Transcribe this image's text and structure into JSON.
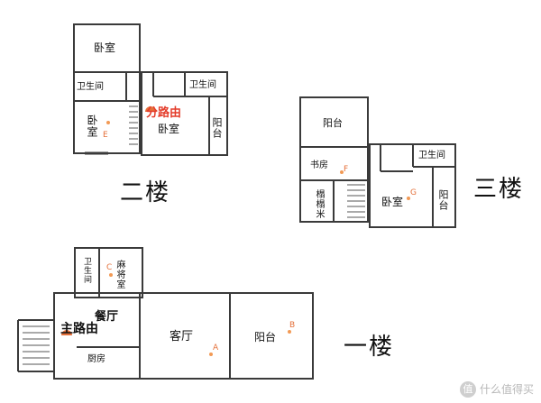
{
  "floors": {
    "f1": "一楼",
    "f2": "二楼",
    "f3": "三楼"
  },
  "rooms_f2": {
    "bedroom_top": "卧室",
    "bath_left": "卫生间",
    "bath_right": "卫生间",
    "bedroom_left": "卧室",
    "bedroom_mid": "卧室",
    "balcony": "阳台"
  },
  "rooms_f3": {
    "balcony_top": "阳台",
    "bath": "卫生间",
    "study": "书房",
    "tatami": "榻榻米",
    "bedroom": "卧室",
    "balcony_right": "阳台"
  },
  "rooms_f1": {
    "bath": "卫生间",
    "mahjong": "麻将室",
    "dining": "餐厅",
    "living": "客厅",
    "balcony": "阳台",
    "kitchen": "厨房"
  },
  "routers": {
    "main": "主路由",
    "sub": "分路由"
  },
  "points": {
    "A": "A",
    "B": "B",
    "C": "C",
    "E": "E",
    "F": "F",
    "G": "G"
  },
  "watermark": "值 什么值得买",
  "colors": {
    "wall": "#3a3a3a",
    "accent": "#e43c2a",
    "marker": "#f29a55"
  }
}
